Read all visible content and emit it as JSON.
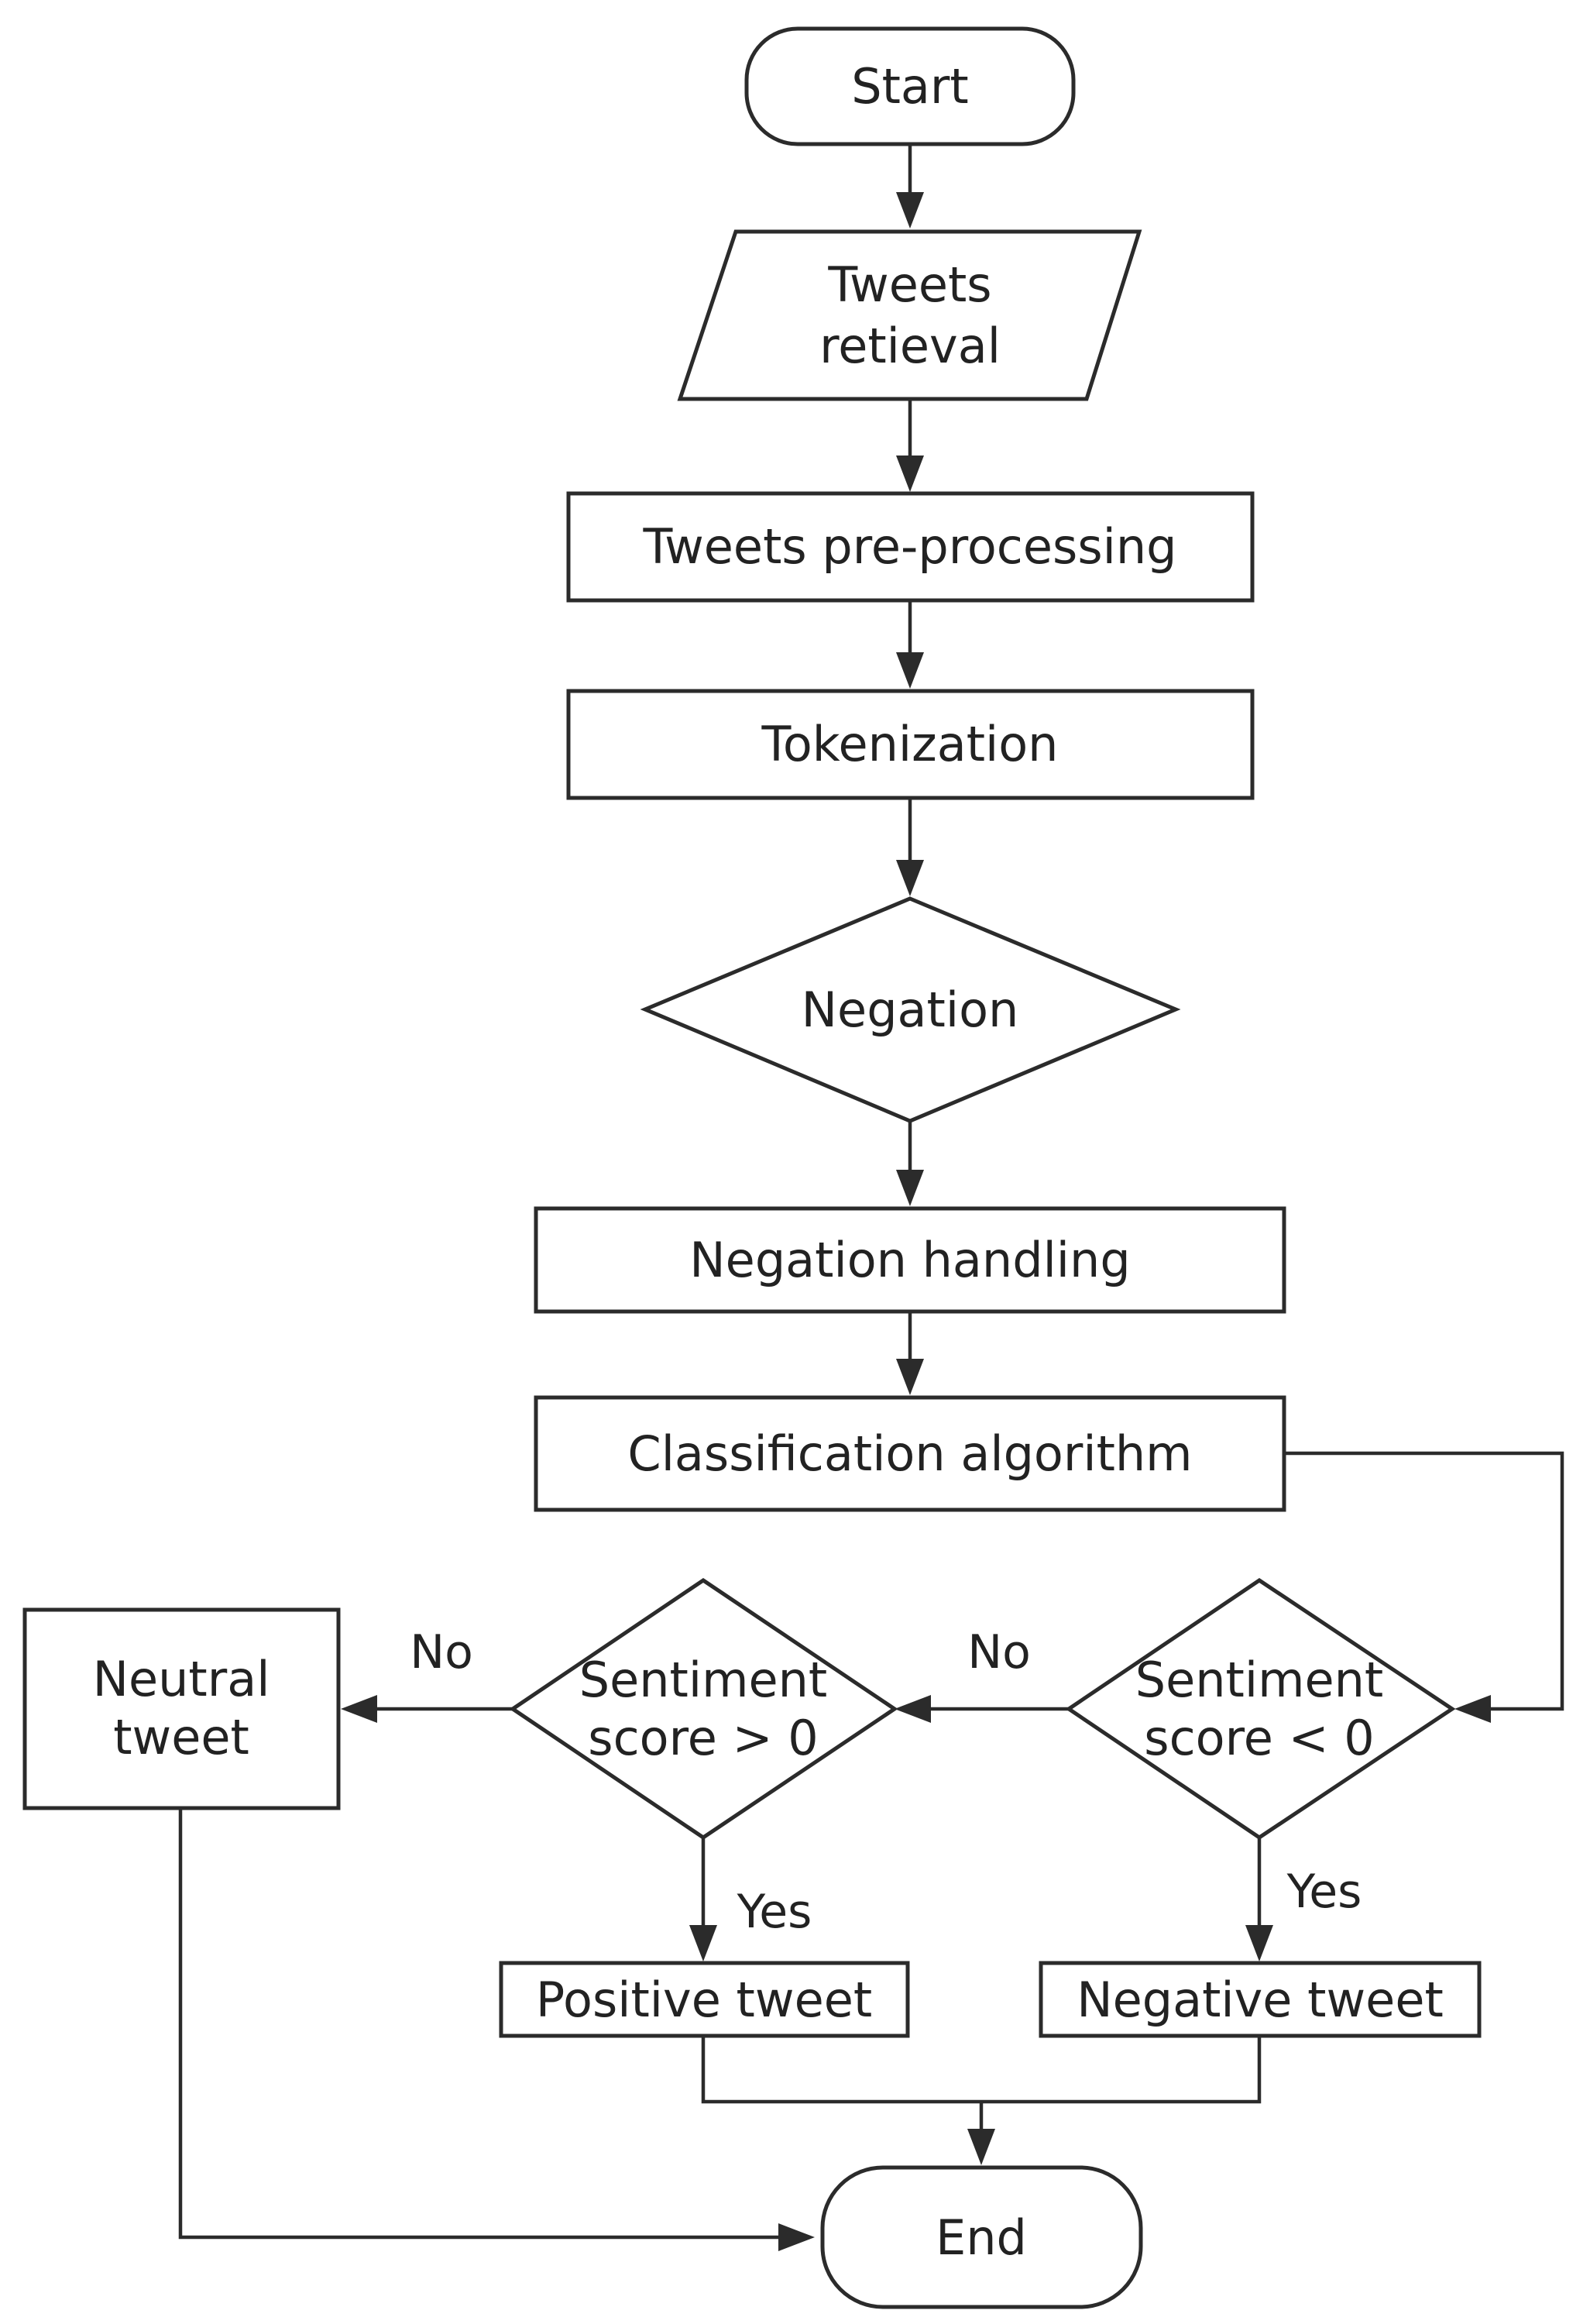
{
  "nodes": {
    "start": "Start",
    "retrieval_l1": "Tweets",
    "retrieval_l2": "retieval",
    "preprocessing": "Tweets pre-processing",
    "tokenization": "Tokenization",
    "negation": "Negation",
    "negation_handling": "Negation handling",
    "classification": "Classification algorithm",
    "score_pos_l1": "Sentiment",
    "score_pos_l2": "score > 0",
    "score_neg_l1": "Sentiment",
    "score_neg_l2": "score < 0",
    "neutral_l1": "Neutral",
    "neutral_l2": "tweet",
    "positive": "Positive tweet",
    "negative": "Negative tweet",
    "end": "End"
  },
  "edges": {
    "neg_no": "No",
    "pos_no": "No",
    "pos_yes": "Yes",
    "neg_yes": "Yes"
  }
}
